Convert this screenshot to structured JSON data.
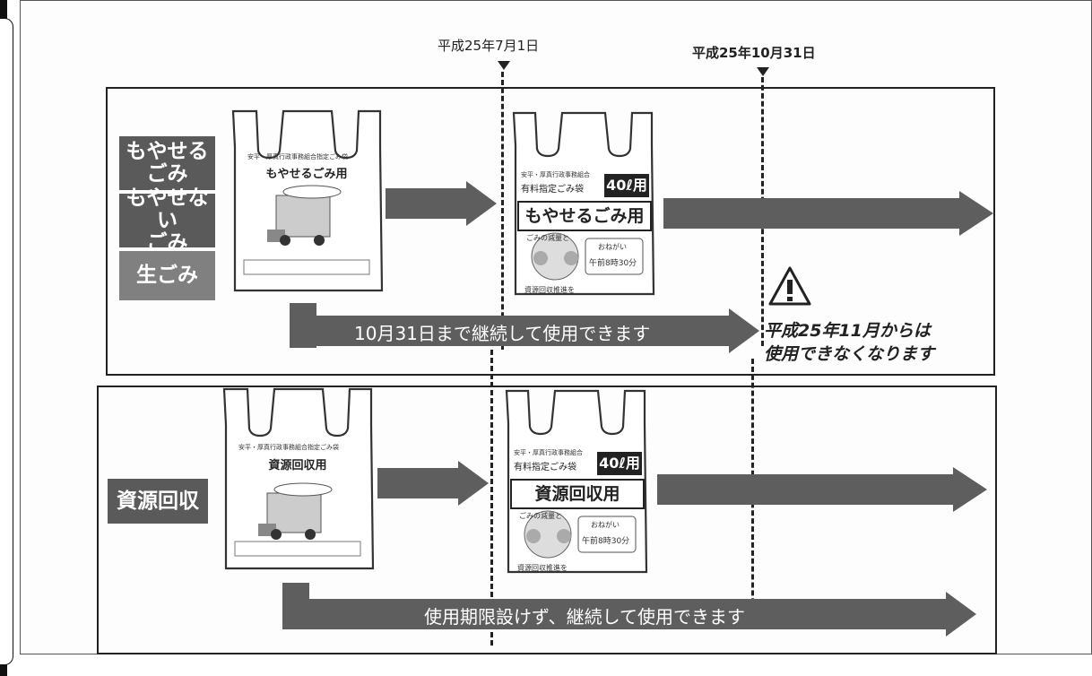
{
  "dates": {
    "date1": "平成25年7月1日",
    "date2": "平成25年10月31日"
  },
  "categories": {
    "moyaseru": "もやせる\nごみ",
    "moyasenai": "もやせない\nごみ",
    "nama": "生ごみ",
    "shigen": "資源回収"
  },
  "old_bags": {
    "top_header": "安平・厚真行政事務組合指定ごみ袋",
    "top_title": "もやせるごみ用",
    "bottom_header": "安平・厚真行政事務組合指定ごみ袋",
    "bottom_title": "資源回収用"
  },
  "new_bags": {
    "header_line1": "安平・厚真行政事務組合",
    "header_line2": "有料指定ごみ袋",
    "size_tag": "40ℓ用",
    "top_title": "もやせるごみ用",
    "bottom_title": "資源回収用",
    "reduce_text": "ごみの減量と",
    "onegai": "おねがい",
    "time_text": "午前8時30分",
    "footer": "資源回収推進を"
  },
  "bars": {
    "top": "10月31日まで継続して使用できます",
    "bottom": "使用期限設けず、継続して使用できます"
  },
  "warning": {
    "line1": "平成25年11月からは",
    "line2": "使用できなくなります"
  },
  "colors": {
    "cat_dark": "#5a5a5a",
    "cat_mid": "#808080",
    "arrow": "#5e5e5e"
  }
}
